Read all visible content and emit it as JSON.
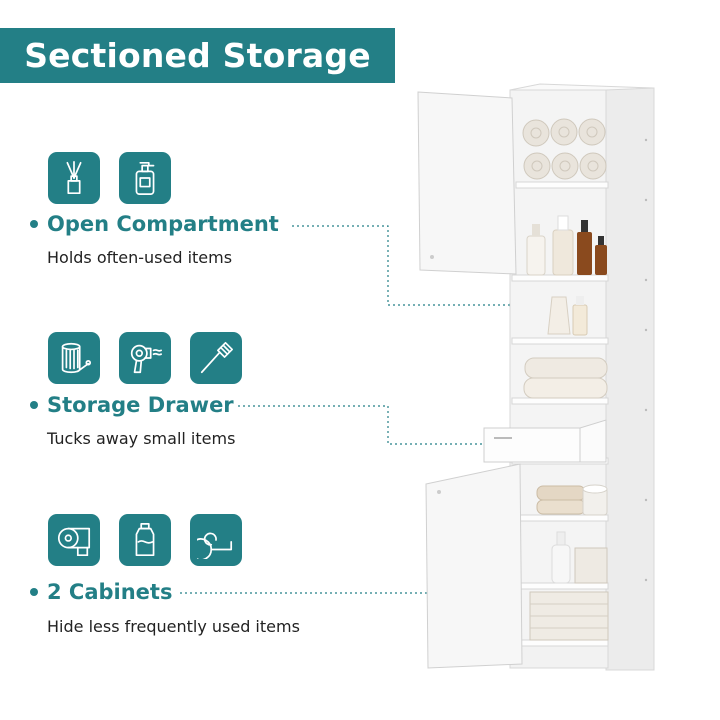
{
  "banner": {
    "title": "Sectioned Storage"
  },
  "features": [
    {
      "heading": "Open Compartment",
      "description": "Holds often-used items",
      "icons": [
        "reed-diffuser-icon",
        "pump-bottle-icon"
      ]
    },
    {
      "heading": "Storage Drawer",
      "description": "Tucks away small items",
      "icons": [
        "cotton-swab-box-icon",
        "hair-dryer-icon",
        "comb-icon"
      ]
    },
    {
      "heading": "2 Cabinets",
      "description": "Hide less frequently used items",
      "icons": [
        "toilet-paper-roll-icon",
        "detergent-bottle-icon",
        "rolled-towel-icon"
      ]
    }
  ],
  "colors": {
    "accent": "#237F86",
    "text": "#222222",
    "background": "#ffffff"
  }
}
